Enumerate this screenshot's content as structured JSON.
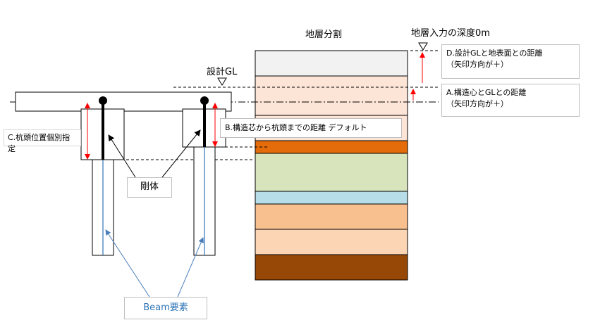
{
  "labels": {
    "layer_division": "地層分割",
    "layer_input_depth": "地層入力の深度0m",
    "design_gl": "設計GL",
    "rigid_body": "剛体",
    "beam_element": "Beam要素"
  },
  "boxes": {
    "d": {
      "line1": "D.設計GLと地表面との距離",
      "line2": "（矢印方向が＋）"
    },
    "a": {
      "line1": "A.構造心とGLとの距離",
      "line2": "（矢印方向が＋）"
    },
    "b": {
      "line1": "B.構造芯から杭頭までの距離 デフォルト"
    },
    "c": {
      "line1": "C.杭頭位置個別指定"
    }
  },
  "colors": {
    "layer_fills": [
      "#f2f2f2",
      "#fce4d6",
      "#fce4d6",
      "#e46c0a",
      "#d8e4bc",
      "#b7dde8",
      "#f8bf8f",
      "#fcd5b4",
      "#974806"
    ],
    "arrow": "#ff0000",
    "beam_line": "#2e75b6",
    "leader_blue": "#4a7ebb",
    "beam_label_text": "#2e75b6"
  }
}
